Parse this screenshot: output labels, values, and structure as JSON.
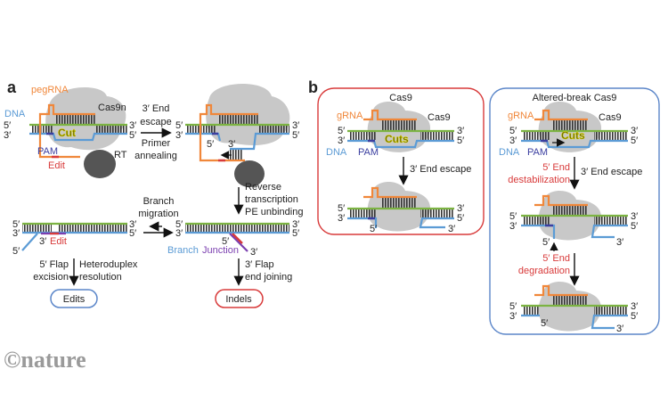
{
  "colors": {
    "rna": "#f0873a",
    "dna_top": "#7cb342",
    "dna_bottom": "#5b9bd5",
    "pam": "#3b3fa0",
    "edit": "#d83a3a",
    "cas9": "#c8c8c8",
    "rt": "#555555",
    "indels_box": "#d83a3a",
    "edits_box": "#5b86c9"
  },
  "panel_a": {
    "label": "a",
    "step1": {
      "pegrna": "pegRNA",
      "cas9n": "Cas9n",
      "dna": "DNA",
      "cut": "Cut",
      "pam": "PAM",
      "edit": "Edit",
      "rt": "RT"
    },
    "arrow1": {
      "line1": "3′ End",
      "line2": "escape",
      "line3": "Primer",
      "line4": "annealing"
    },
    "arrow2": {
      "line1": "Reverse",
      "line2": "transcription",
      "line3": "PE unbinding"
    },
    "arrow3": {
      "line1": "Branch",
      "line2": "migration"
    },
    "step4": {
      "edit": "Edit",
      "branch": "Branch",
      "junction": "Junction"
    },
    "arrow4": {
      "left1": "5′ Flap",
      "left2": "excision",
      "right1": "Heteroduplex",
      "right2": "resolution"
    },
    "arrow5": {
      "line1": "3′ Flap",
      "line2": "end joining"
    },
    "outcome_edits": "Edits",
    "outcome_indels": "Indels"
  },
  "panel_b": {
    "label": "b",
    "cas9_box": {
      "title": "Cas9",
      "grna": "gRNA",
      "cas9": "Cas9",
      "dna": "DNA",
      "pam": "PAM",
      "cuts": "Cuts",
      "arrow": "3′ End escape"
    },
    "altered_box": {
      "title": "Altered-break Cas9",
      "grna": "gRNA",
      "cas9": "Cas9",
      "dna": "DNA",
      "pam": "PAM",
      "cuts": "Cuts",
      "destab1": "5′ End",
      "destab2": "destabilization",
      "arrow": "3′ End escape",
      "degr1": "5′ End",
      "degr2": "degradation"
    }
  },
  "ends": {
    "five": "5′",
    "three": "3′"
  },
  "logo": "©nature"
}
